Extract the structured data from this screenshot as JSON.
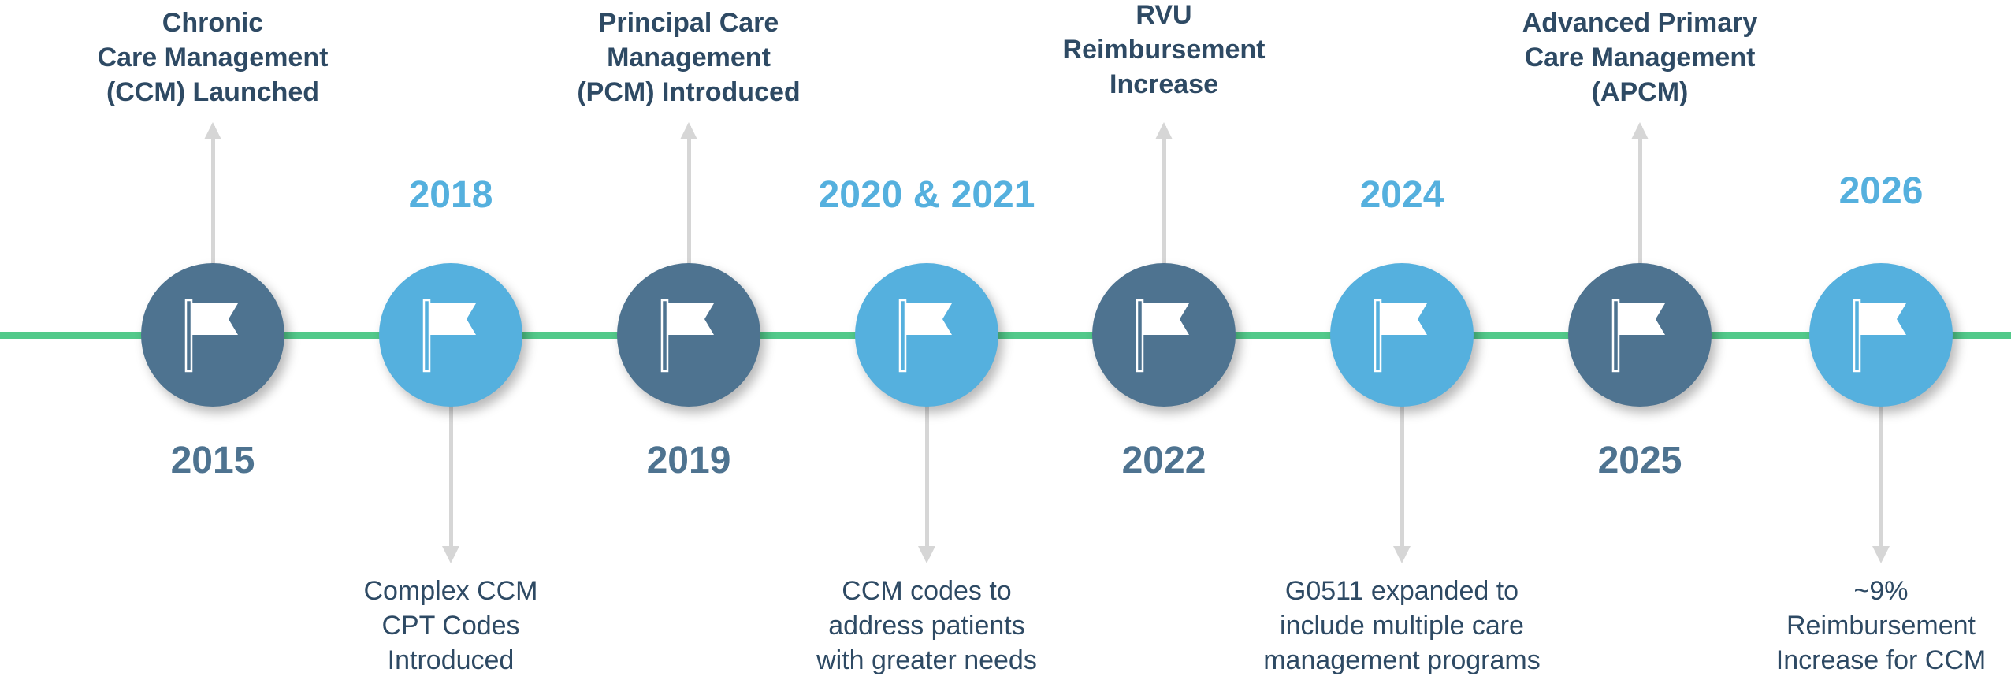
{
  "colors": {
    "line": "#52c98a",
    "dark_node": "#4e7390",
    "light_node": "#55b0de",
    "dark_year": "#4e7390",
    "light_year": "#55b0de",
    "text": "#2e4a64",
    "arrow": "#d6d6d6"
  },
  "milestones": [
    {
      "year": "2015",
      "title": "Chronic\nCare Management\n(CCM) Launched",
      "icon": "flag-icon",
      "style": "dark"
    },
    {
      "year": "2018",
      "desc": "Complex CCM\nCPT Codes\nIntroduced",
      "icon": "flag-icon",
      "style": "light"
    },
    {
      "year": "2019",
      "title": "Principal Care\nManagement\n(PCM) Introduced",
      "icon": "flag-icon",
      "style": "dark"
    },
    {
      "year": "2020 & 2021",
      "desc": "CCM codes to\naddress patients\nwith greater needs",
      "icon": "flag-icon",
      "style": "light"
    },
    {
      "year": "2022",
      "title": "RVU\nReimbursement\nIncrease",
      "icon": "flag-icon",
      "style": "dark"
    },
    {
      "year": "2024",
      "desc": "G0511 expanded to\ninclude multiple care\nmanagement programs",
      "icon": "flag-icon",
      "style": "light"
    },
    {
      "year": "2025",
      "title": "Advanced Primary\nCare Management\n(APCM)",
      "icon": "flag-icon",
      "style": "dark"
    },
    {
      "year": "2026",
      "desc": "~9%\nReimbursement\nIncrease for CCM",
      "icon": "flag-icon",
      "style": "light"
    }
  ]
}
